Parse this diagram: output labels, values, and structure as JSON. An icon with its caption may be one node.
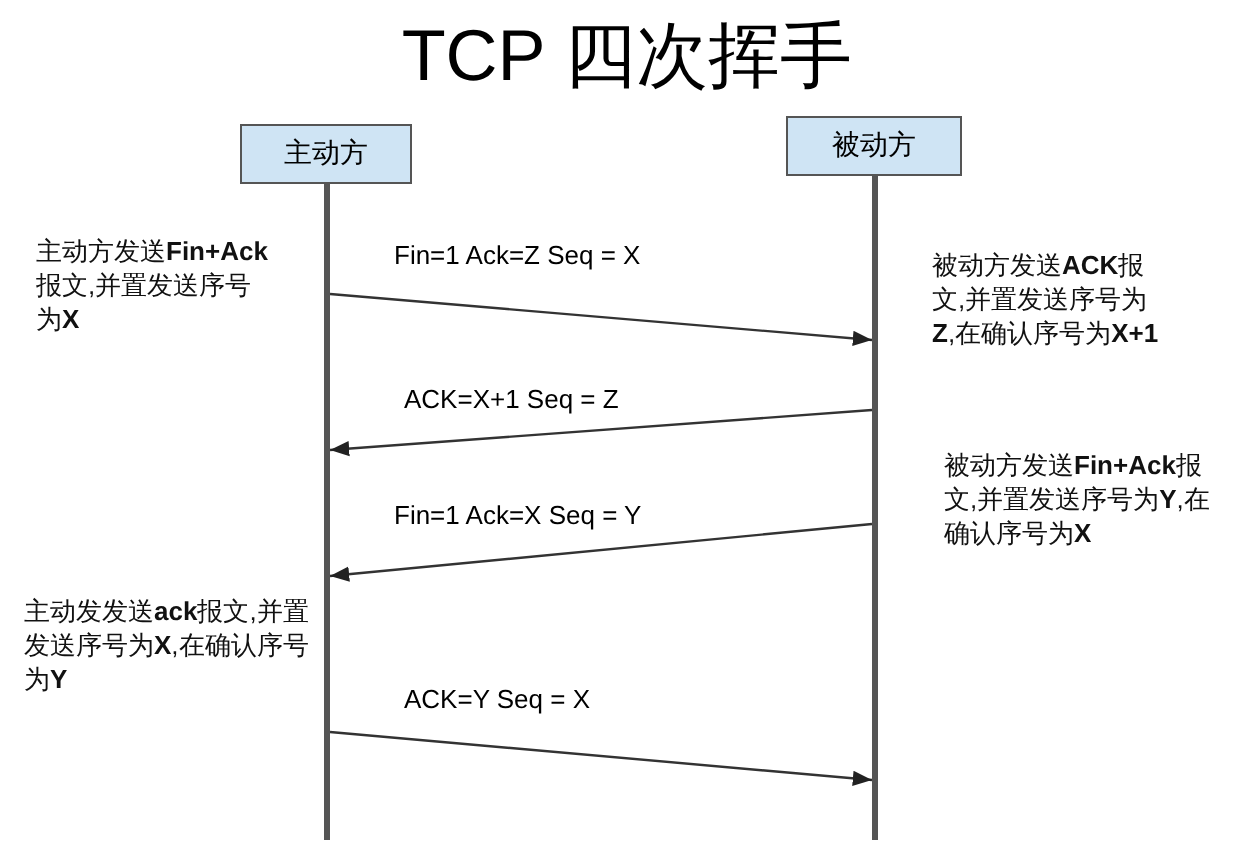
{
  "diagram": {
    "title": "TCP 四次挥手",
    "nodes": [
      {
        "text": [
          "主动方"
        ]
      },
      {
        "text": [
          "被动方"
        ]
      },
      {
        "text": [],
        "shape": "line"
      },
      {
        "text": [],
        "shape": "line"
      }
    ],
    "edges": [
      {
        "from": 2,
        "to": 3,
        "arrow": "to",
        "label": "Fin=1 Ack=Z Seq = X"
      },
      {
        "from": 3,
        "to": 2,
        "arrow": "to",
        "label": "ACK=X+1 Seq = Z"
      },
      {
        "from": 3,
        "to": 2,
        "arrow": "to",
        "label": "Fin=1 Ack=X Seq = Y"
      },
      {
        "from": 2,
        "to": 3,
        "arrow": "to",
        "label": "ACK=Y Seq = X"
      }
    ],
    "labels": [
      "主动方发送**Fin+Ack**报文,并置发送序号为**X**",
      "被动方发送**ACK**报文,并置发送序号为**Z**,在确认序号为**X+1**",
      "被动方发送**Fin+Ack**报文,并置发送序号为**Y**,在确认序号为**X**",
      "主动发发送**ack**报文,并置发送序号为**X**,在确认序号为**Y**"
    ]
  }
}
